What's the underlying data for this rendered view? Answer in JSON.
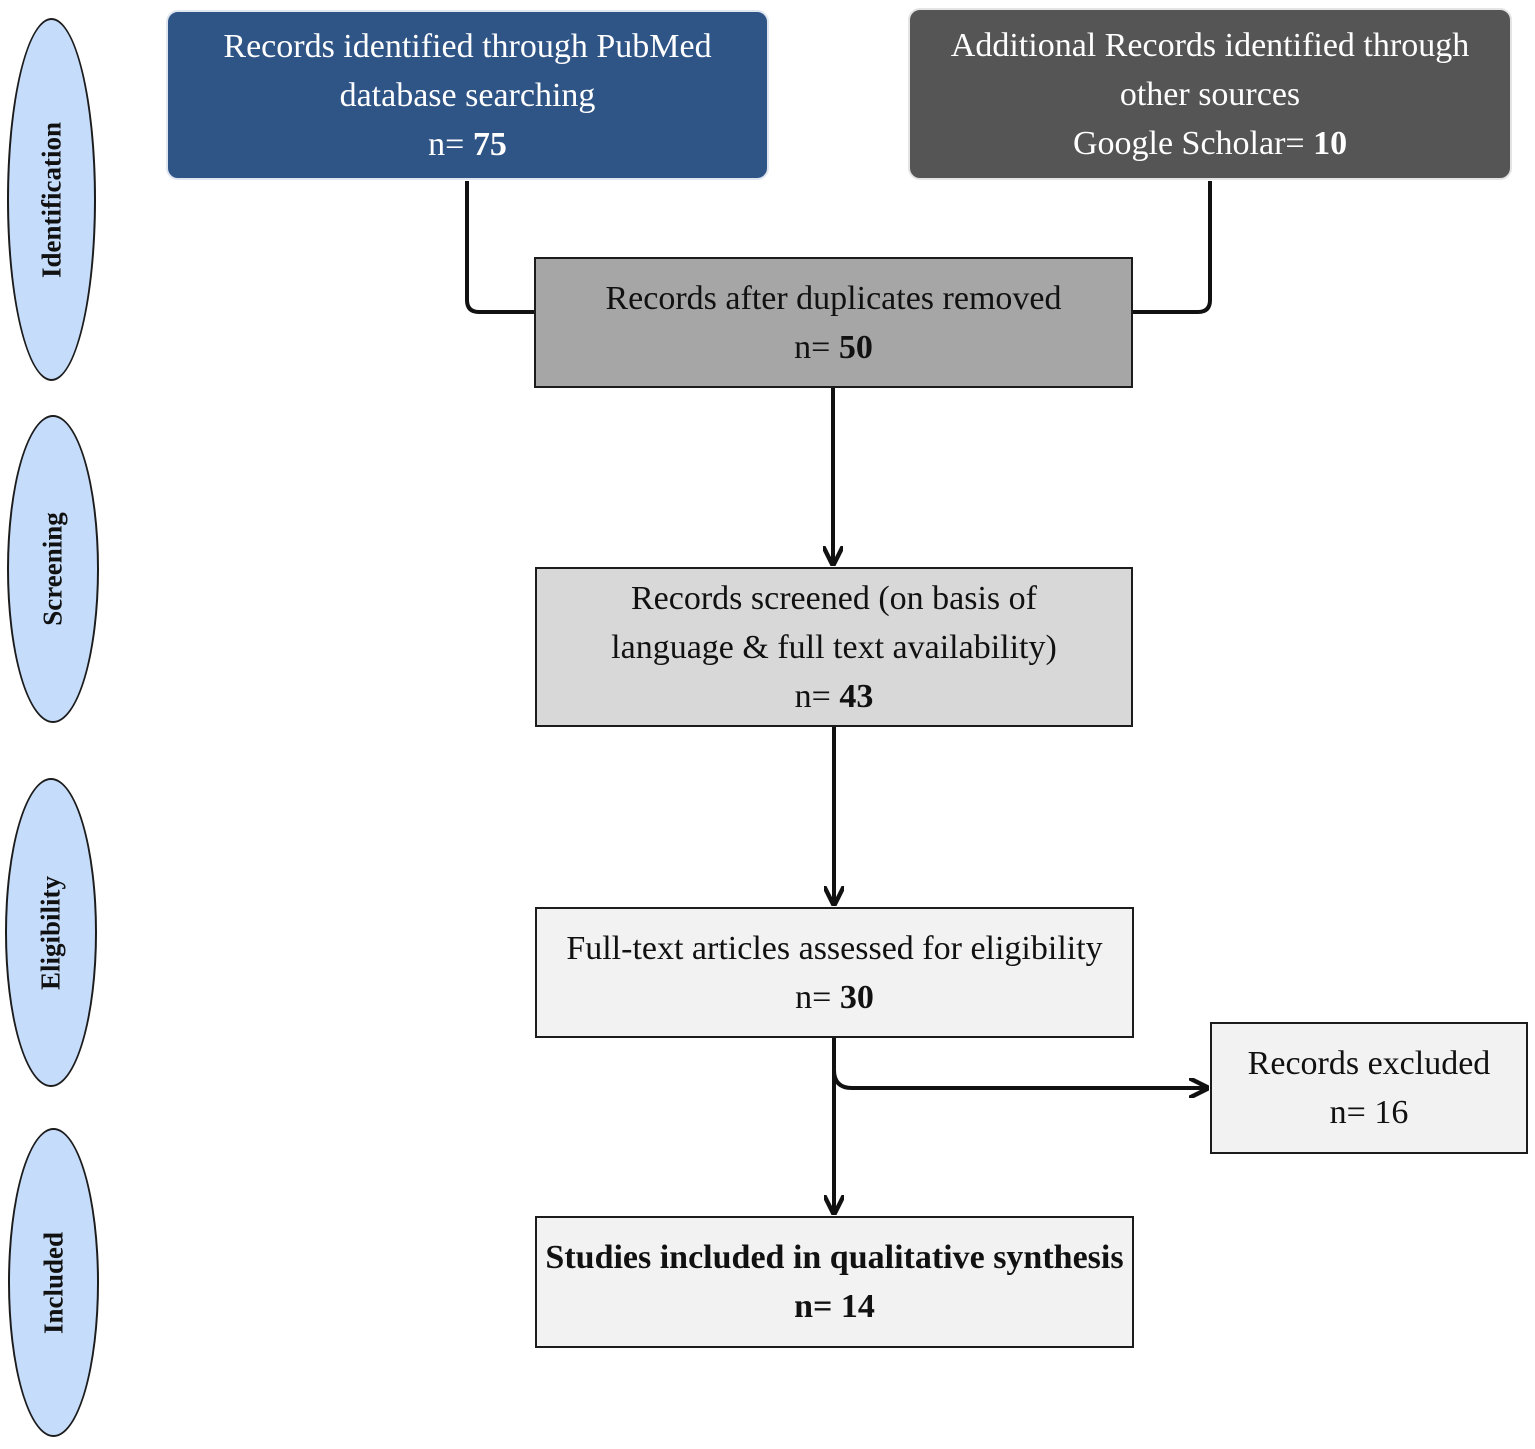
{
  "phases": {
    "identification": "Identification",
    "screening": "Screening",
    "eligibility": "Eligibility",
    "included": "Included"
  },
  "boxes": {
    "pubmed": {
      "line1": "Records identified through PubMed",
      "line2": "database searching",
      "count_prefix": "n= ",
      "count": "75"
    },
    "other_sources": {
      "line1": "Additional Records identified through",
      "line2": "other sources",
      "count_prefix": "Google Scholar= ",
      "count": "10"
    },
    "duplicates_removed": {
      "line1": "Records after duplicates removed",
      "count_prefix": "n= ",
      "count": "50"
    },
    "screened": {
      "line1": "Records screened (on basis of",
      "line2": "language & full text availability)",
      "count_prefix": "n= ",
      "count": "43"
    },
    "eligibility": {
      "line1": "Full-text articles assessed for eligibility",
      "count_prefix": "n= ",
      "count": "30"
    },
    "excluded": {
      "line1": "Records excluded",
      "count_text": "n= 16"
    },
    "included": {
      "line1": "Studies included in qualitative synthesis",
      "count_text": "n= 14"
    }
  },
  "colors": {
    "pubmed_fill": "#2f5486",
    "other_fill": "#555555",
    "duplicates_fill": "#a6a6a6",
    "screened_fill": "#d8d8d8",
    "light_fill": "#f2f2f2",
    "phase_fill": "#c5dcfb",
    "stroke": "#1c1c1c"
  }
}
